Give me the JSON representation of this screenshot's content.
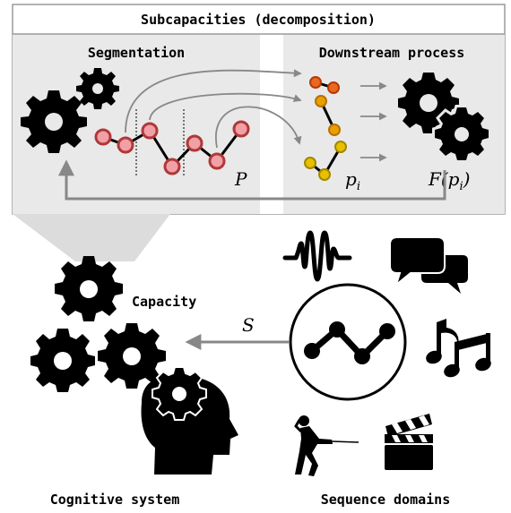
{
  "panel": {
    "title": "Subcapacities (decomposition)",
    "segmentation_label": "Segmentation",
    "downstream_label": "Downstream process",
    "sequence_symbol": "P",
    "segment_symbol": "p",
    "segment_subscript": "i",
    "output_symbol_prefix": "F(p",
    "output_symbol_subscript": "i",
    "output_symbol_suffix": ")"
  },
  "main": {
    "capacity_label": "Capacity",
    "arrow_symbol": "S",
    "cognitive_label": "Cognitive system",
    "domains_label": "Sequence domains"
  },
  "icons": [
    "gear-icon",
    "head-gear-icon",
    "waveform-icon",
    "speech-bubbles-icon",
    "music-notes-icon",
    "fencer-icon",
    "clapperboard-icon",
    "sequence-icon"
  ],
  "colors": {
    "panel_bg": "#e8e8e8",
    "panel_frame": "#9a9a9a",
    "arrow": "#888888",
    "node_red": "#f2a0a8",
    "node_red_stroke": "#b03838",
    "node_orange": "#e86a20",
    "node_yellow": "#e8c000",
    "ink": "#000000"
  }
}
